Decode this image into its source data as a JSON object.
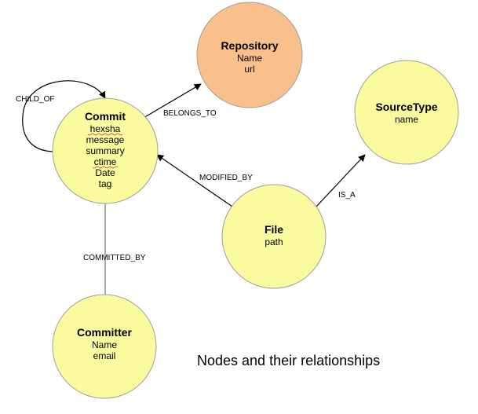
{
  "colors": {
    "node_fill": "#fafa9e",
    "repository_fill": "#f9c08c",
    "node_stroke": "#9e9e9e",
    "edge": "#000000",
    "committed_by_edge": "#6e6e6e",
    "tag_text": "#7a2b8c",
    "background": "#ffffff"
  },
  "nodes": {
    "commit": {
      "title": "Commit",
      "attrs": [
        "hexsha",
        "message",
        "summary",
        "ctime",
        "Date",
        "tag"
      ]
    },
    "repository": {
      "title": "Repository",
      "attrs": [
        "Name",
        "url"
      ]
    },
    "sourcetype": {
      "title": "SourceType",
      "attrs": [
        "name"
      ]
    },
    "file": {
      "title": "File",
      "attrs": [
        "path"
      ]
    },
    "committer": {
      "title": "Committer",
      "attrs": [
        "Name",
        "email"
      ]
    }
  },
  "edges": {
    "child_of": "CHILD_OF",
    "belongs_to": "BELONGS_TO",
    "modified_by": "MODIFIED_BY",
    "is_a": "IS_A",
    "committed_by": "COMMITTED_BY"
  },
  "caption": "Nodes and their relationships"
}
